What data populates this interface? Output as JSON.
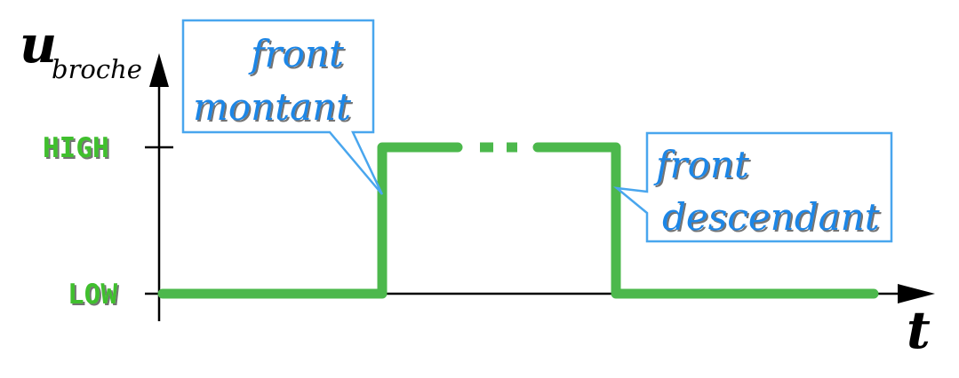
{
  "axes": {
    "y_symbol": "u",
    "y_subscript": "broche",
    "x_symbol": "t"
  },
  "levels": {
    "high": "HIGH",
    "low": "LOW"
  },
  "callouts": {
    "rising": {
      "line1": "front",
      "line2": "montant"
    },
    "falling": {
      "line1": "front",
      "line2": "descendant"
    }
  },
  "colors": {
    "signal": "#4cb84c",
    "level_text": "#3fbf2f",
    "callout_text": "#1f86e6",
    "callout_border": "#49a6ee",
    "axis": "#000000"
  }
}
